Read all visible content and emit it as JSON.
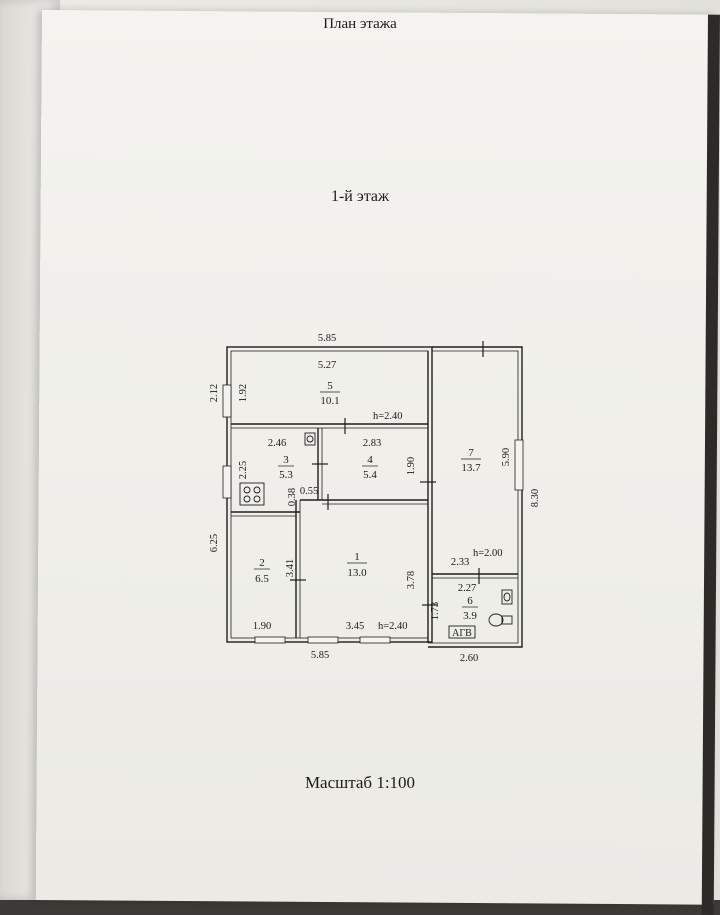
{
  "page_title": "План этажа",
  "floor_title": "1-й этаж",
  "scale": "Масштаб 1:100",
  "dimensions": {
    "top_outer": "5.85",
    "top_inner": "5.27",
    "bottom_left": "5.85",
    "bottom_right": "2.60",
    "left_total": "6.25",
    "right_total": "8.30",
    "left_top": "2.12",
    "room5_h": "1.92",
    "room3_h": "2.25",
    "room3_w": "2.46",
    "room4_w": "2.83",
    "room4_h": "1.90",
    "wall_a": "0.38",
    "wall_b": "0.55",
    "room2_h": "3.41",
    "room1_h": "3.78",
    "room2_w": "1.90",
    "room1_w": "3.45",
    "room7_h": "5.90",
    "room6_w1": "2.33",
    "room6_w2": "2.27",
    "room6_h": "1.73"
  },
  "heights": {
    "h1": "h=2.40",
    "h2": "h=2.40",
    "h3": "h=2.00"
  },
  "rooms": [
    {
      "num": "1",
      "area": "13.0"
    },
    {
      "num": "2",
      "area": "6.5"
    },
    {
      "num": "3",
      "area": "5.3"
    },
    {
      "num": "4",
      "area": "5.4"
    },
    {
      "num": "5",
      "area": "10.1"
    },
    {
      "num": "6",
      "area": "3.9"
    },
    {
      "num": "7",
      "area": "13.7"
    }
  ],
  "symbols": {
    "boiler": "АГВ"
  }
}
